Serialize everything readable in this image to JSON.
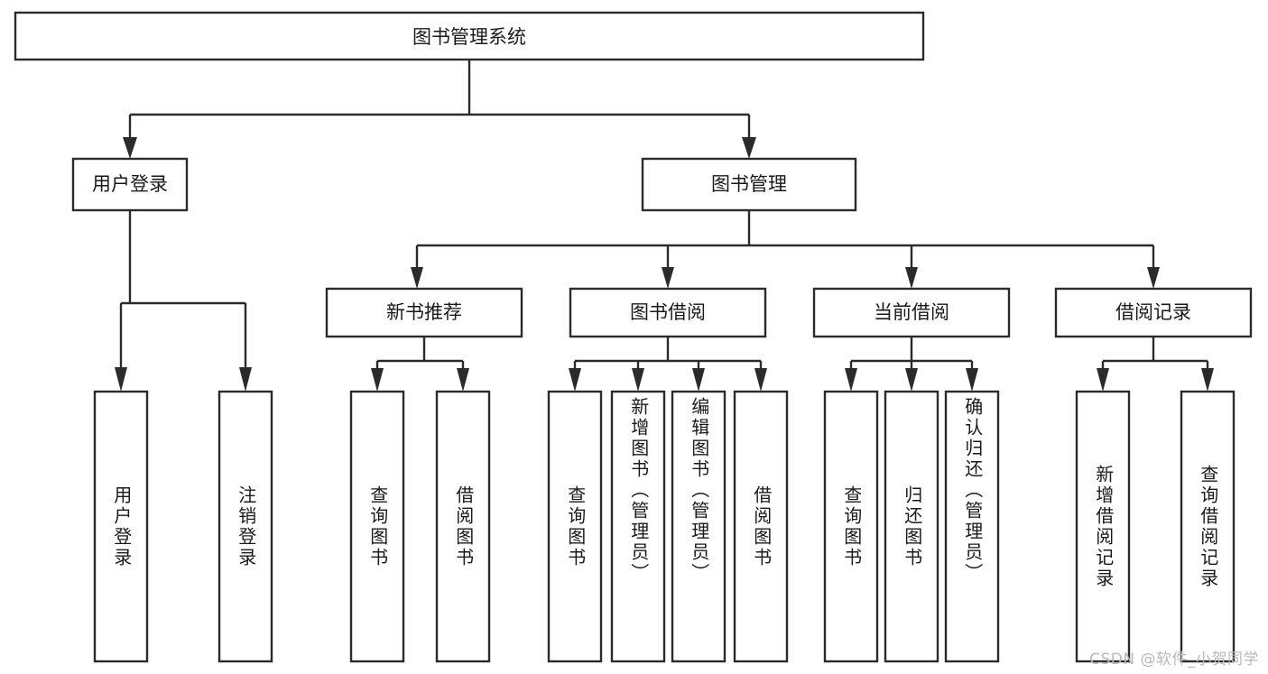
{
  "diagram": {
    "title_node": {
      "label": "图书管理系统"
    },
    "level2": [
      {
        "id": "user-login",
        "label": "用户登录"
      },
      {
        "id": "book-manage",
        "label": "图书管理"
      }
    ],
    "level3": [
      {
        "id": "new-book-recommend",
        "label": "新书推荐"
      },
      {
        "id": "book-borrow",
        "label": "图书借阅"
      },
      {
        "id": "current-borrow",
        "label": "当前借阅"
      },
      {
        "id": "borrow-record",
        "label": "借阅记录"
      }
    ],
    "leaves": [
      {
        "id": "leaf-user-login",
        "label": "用户登录"
      },
      {
        "id": "leaf-logout",
        "label": "注销登录"
      },
      {
        "id": "leaf-query-book-1",
        "label": "查询图书"
      },
      {
        "id": "leaf-borrow-book-1",
        "label": "借阅图书"
      },
      {
        "id": "leaf-query-book-2",
        "label": "查询图书"
      },
      {
        "id": "leaf-add-book",
        "label": "新增图书（管理员）"
      },
      {
        "id": "leaf-edit-book",
        "label": "编辑图书（管理员）"
      },
      {
        "id": "leaf-borrow-book-2",
        "label": "借阅图书"
      },
      {
        "id": "leaf-query-book-3",
        "label": "查询图书"
      },
      {
        "id": "leaf-return-book",
        "label": "归还图书"
      },
      {
        "id": "leaf-confirm-return",
        "label": "确认归还（管理员）"
      },
      {
        "id": "leaf-add-record",
        "label": "新增借阅记录"
      },
      {
        "id": "leaf-query-record",
        "label": "查询借阅记录"
      }
    ]
  },
  "watermark": {
    "text": "CSDN @软件_小贺同学"
  },
  "colors": {
    "stroke": "#2b2b2b",
    "box_fill": "#ffffff",
    "text": "#1a1a1a",
    "watermark": "#b9b9b9",
    "background": "#ffffff"
  }
}
